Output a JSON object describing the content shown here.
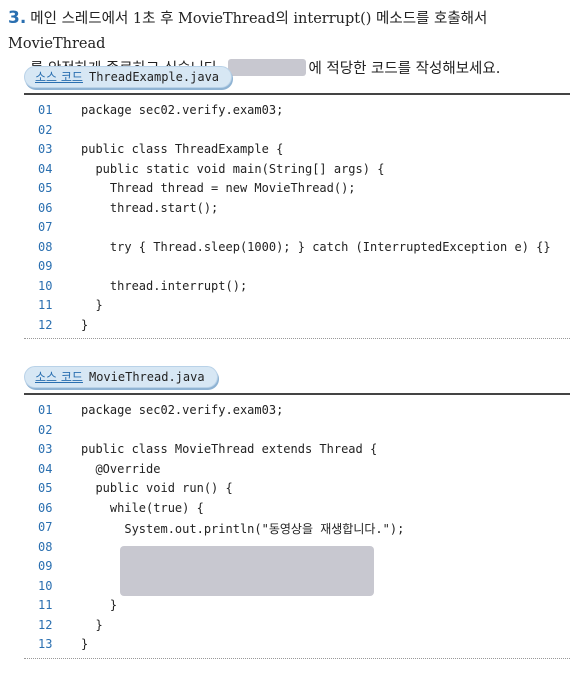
{
  "question": {
    "number": "3.",
    "text_part1": "메인 스레드에서 1초 후 MovieThread의 interrupt() 메소드를 호출해서 MovieThread",
    "text_part2": "를 안전하게 종료하고 싶습니다.",
    "text_part3": "에 적당한 코드를 작성해보세요."
  },
  "code_blocks": [
    {
      "tag_kind": "소스 코드",
      "filename": "ThreadExample.java",
      "lines": [
        {
          "num": "01",
          "code": "package sec02.verify.exam03;"
        },
        {
          "num": "02",
          "code": ""
        },
        {
          "num": "03",
          "code": "public class ThreadExample {"
        },
        {
          "num": "04",
          "code": "  public static void main(String[] args) {"
        },
        {
          "num": "05",
          "code": "    Thread thread = new MovieThread();"
        },
        {
          "num": "06",
          "code": "    thread.start();"
        },
        {
          "num": "07",
          "code": ""
        },
        {
          "num": "08",
          "code": "    try { Thread.sleep(1000); } catch (InterruptedException e) {}"
        },
        {
          "num": "09",
          "code": ""
        },
        {
          "num": "10",
          "code": "    thread.interrupt();"
        },
        {
          "num": "11",
          "code": "  }"
        },
        {
          "num": "12",
          "code": "}"
        }
      ]
    },
    {
      "tag_kind": "소스 코드",
      "filename": "MovieThread.java",
      "lines": [
        {
          "num": "01",
          "code": "package sec02.verify.exam03;"
        },
        {
          "num": "02",
          "code": ""
        },
        {
          "num": "03",
          "code": "public class MovieThread extends Thread {"
        },
        {
          "num": "04",
          "code": "  @Override"
        },
        {
          "num": "05",
          "code": "  public void run() {"
        },
        {
          "num": "06",
          "code": "    while(true) {"
        },
        {
          "num": "07",
          "code": "      System.out.println(\"동영상을 재생합니다.\");"
        },
        {
          "num": "08",
          "code": ""
        },
        {
          "num": "09",
          "code": ""
        },
        {
          "num": "10",
          "code": ""
        },
        {
          "num": "11",
          "code": "    }"
        },
        {
          "num": "12",
          "code": "  }"
        },
        {
          "num": "13",
          "code": "}"
        }
      ]
    }
  ]
}
